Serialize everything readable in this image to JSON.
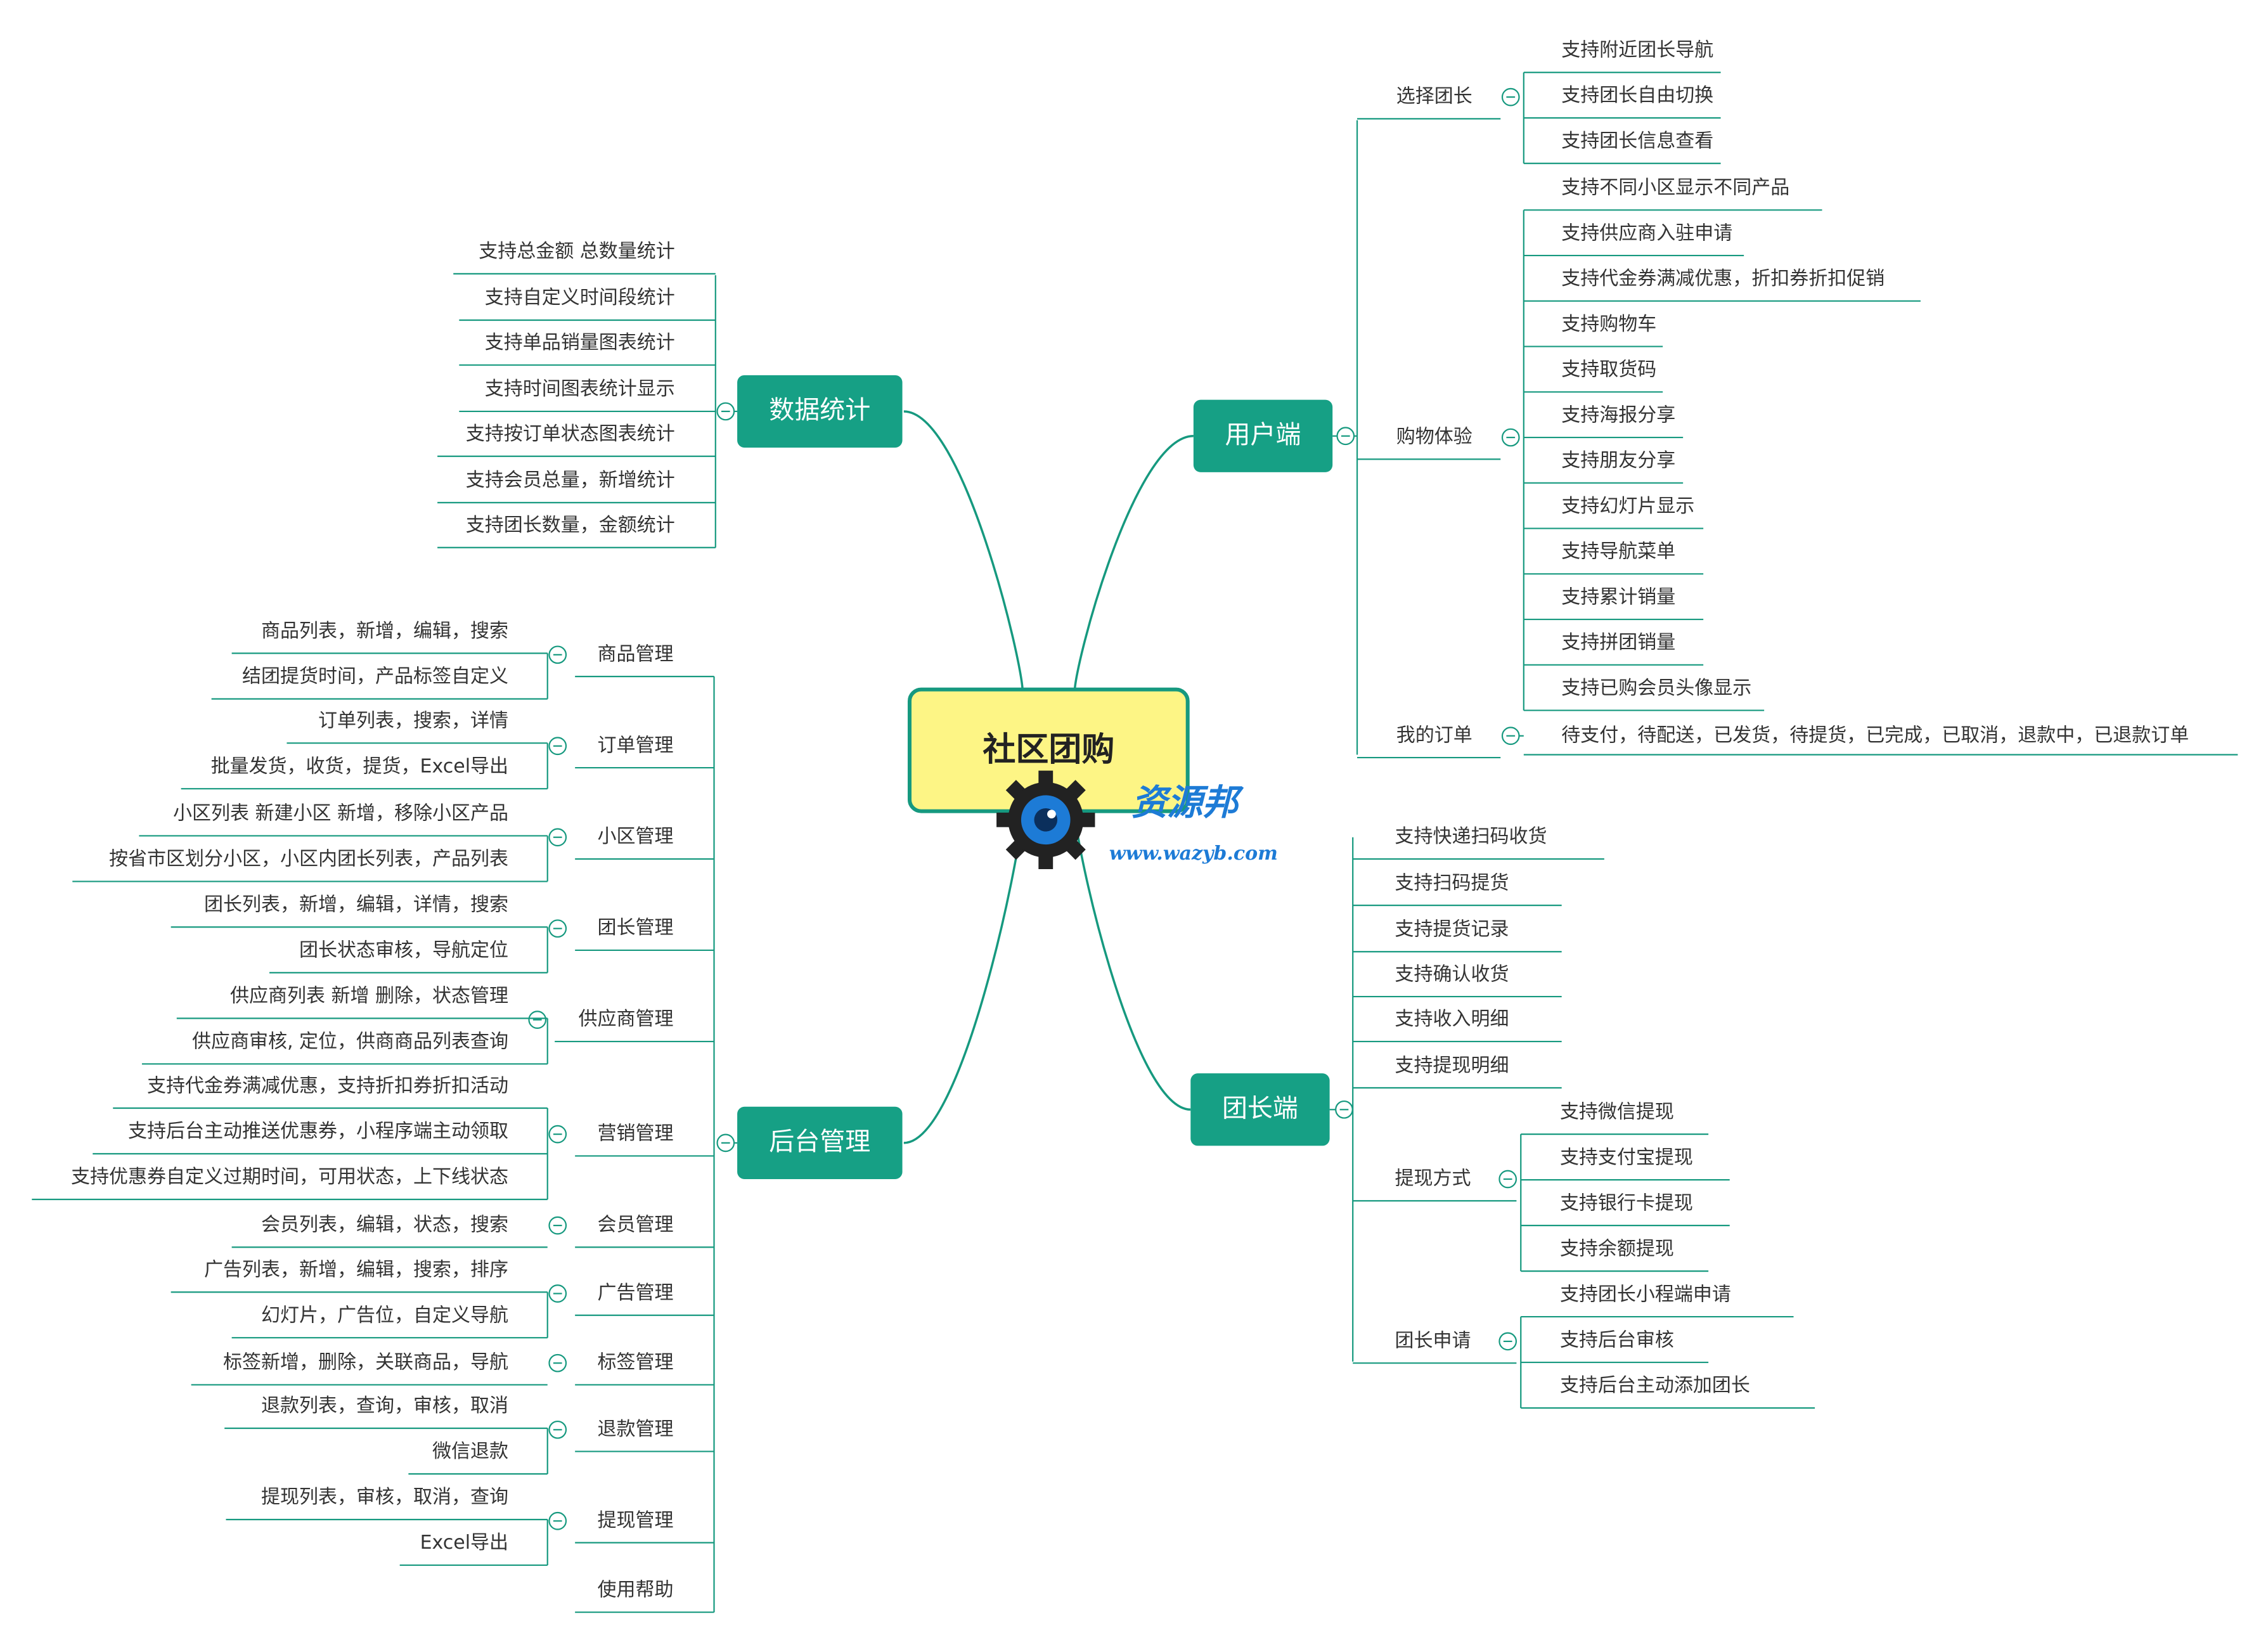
{
  "colors": {
    "line": "#16997f",
    "topic_fill": "#16a085",
    "root_fill": "#fdf585",
    "root_border": "#16997f",
    "watermark": "#1d7bd6"
  },
  "root": {
    "label": "社区团购"
  },
  "watermark": {
    "brand": "资源邦",
    "url": "www.wazyb.com"
  },
  "branches": [
    {
      "label": "用户端",
      "side": "right",
      "children": [
        {
          "label": "选择团长",
          "children": [
            "支持附近团长导航",
            "支持团长自由切换",
            "支持团长信息查看"
          ]
        },
        {
          "label": "购物体验",
          "children": [
            "支持不同小区显示不同产品",
            "支持供应商入驻申请",
            "支持代金券满减优惠，折扣券折扣促销",
            "支持购物车",
            "支持取货码",
            "支持海报分享",
            "支持朋友分享",
            "支持幻灯片显示",
            "支持导航菜单",
            "支持累计销量",
            "支持拼团销量",
            "支持已购会员头像显示"
          ]
        },
        {
          "label": "我的订单",
          "children": [
            "待支付，待配送，已发货，待提货，已完成，已取消，退款中，已退款订单"
          ]
        }
      ]
    },
    {
      "label": "团长端",
      "side": "right",
      "children": [
        {
          "label": "支持快递扫码收货",
          "children": []
        },
        {
          "label": "支持扫码提货",
          "children": []
        },
        {
          "label": "支持提货记录",
          "children": []
        },
        {
          "label": "支持确认收货",
          "children": []
        },
        {
          "label": "支持收入明细",
          "children": []
        },
        {
          "label": "支持提现明细",
          "children": []
        },
        {
          "label": "提现方式",
          "children": [
            "支持微信提现",
            "支持支付宝提现",
            "支持银行卡提现",
            "支持余额提现"
          ]
        },
        {
          "label": "团长申请",
          "children": [
            "支持团长小程端申请",
            "支持后台审核",
            "支持后台主动添加团长"
          ]
        }
      ]
    },
    {
      "label": "数据统计",
      "side": "left",
      "children": [
        {
          "label": "支持总金额 总数量统计",
          "children": []
        },
        {
          "label": "支持自定义时间段统计",
          "children": []
        },
        {
          "label": "支持单品销量图表统计",
          "children": []
        },
        {
          "label": "支持时间图表统计显示",
          "children": []
        },
        {
          "label": "支持按订单状态图表统计",
          "children": []
        },
        {
          "label": "支持会员总量，新增统计",
          "children": []
        },
        {
          "label": "支持团长数量，金额统计",
          "children": []
        }
      ]
    },
    {
      "label": "后台管理",
      "side": "left",
      "children": [
        {
          "label": "商品管理",
          "children": [
            "商品列表，新增，编辑，搜索",
            "结团提货时间，产品标签自定义"
          ]
        },
        {
          "label": "订单管理",
          "children": [
            "订单列表，搜索，详情",
            "批量发货，收货，提货，Excel导出"
          ]
        },
        {
          "label": "小区管理",
          "children": [
            "小区列表 新建小区 新增，移除小区产品",
            "按省市区划分小区，小区内团长列表，产品列表"
          ]
        },
        {
          "label": "团长管理",
          "children": [
            "团长列表，新增，编辑，详情，搜索",
            "团长状态审核，导航定位"
          ]
        },
        {
          "label": "供应商管理",
          "children": [
            "供应商列表 新增 删除，状态管理",
            "供应商审核, 定位，供商商品列表查询"
          ]
        },
        {
          "label": "营销管理",
          "children": [
            "支持代金券满减优惠，支持折扣券折扣活动",
            "支持后台主动推送优惠券，小程序端主动领取",
            "支持优惠券自定义过期时间，可用状态，上下线状态"
          ]
        },
        {
          "label": "会员管理",
          "children": [
            "会员列表，编辑，状态，搜索"
          ]
        },
        {
          "label": "广告管理",
          "children": [
            "广告列表，新增，编辑，搜索，排序",
            "幻灯片，广告位，自定义导航"
          ]
        },
        {
          "label": "标签管理",
          "children": [
            "标签新增，删除，关联商品，导航"
          ]
        },
        {
          "label": "退款管理",
          "children": [
            "退款列表，查询，审核，取消",
            "微信退款"
          ]
        },
        {
          "label": "提现管理",
          "children": [
            "提现列表，审核，取消，查询",
            "Excel导出"
          ]
        },
        {
          "label": "使用帮助",
          "children": []
        }
      ]
    }
  ]
}
